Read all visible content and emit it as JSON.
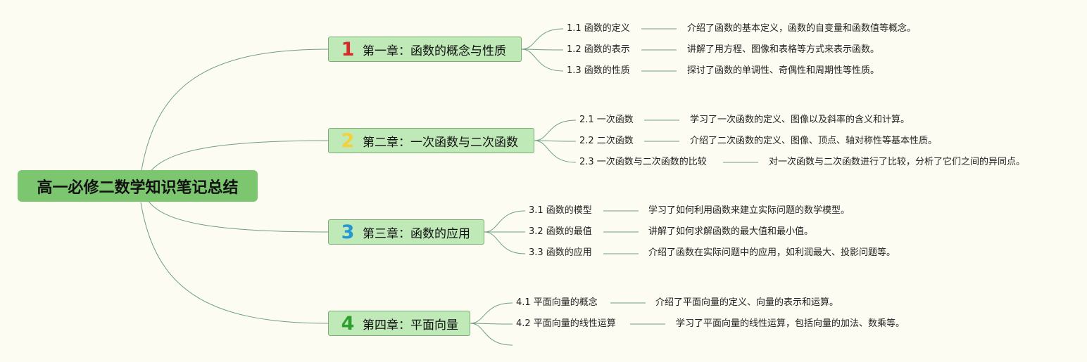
{
  "root": {
    "title": "高一必修二数学知识笔记总结"
  },
  "chapters": [
    {
      "num": "1",
      "num_color": "#d42a2a",
      "title": "第一章：函数的概念与性质",
      "sections": [
        {
          "label": "1.1 函数的定义",
          "desc": "介绍了函数的基本定义，函数的自变量和函数值等概念。"
        },
        {
          "label": "1.2 函数的表示",
          "desc": "讲解了用方程、图像和表格等方式来表示函数。"
        },
        {
          "label": "1.3 函数的性质",
          "desc": "探讨了函数的单调性、奇偶性和周期性等性质。"
        }
      ]
    },
    {
      "num": "2",
      "num_color": "#f4d03a",
      "title": "第二章：一次函数与二次函数",
      "sections": [
        {
          "label": "2.1 一次函数",
          "desc": "学习了一次函数的定义、图像以及斜率的含义和计算。"
        },
        {
          "label": "2.2 二次函数",
          "desc": "介绍了二次函数的定义、图像、顶点、轴对称性等基本性质。"
        },
        {
          "label": "2.3 一次函数与二次函数的比较",
          "desc": "对一次函数与二次函数进行了比较，分析了它们之间的异同点。"
        }
      ]
    },
    {
      "num": "3",
      "num_color": "#2596d6",
      "title": "第三章：函数的应用",
      "sections": [
        {
          "label": "3.1 函数的模型",
          "desc": "学习了如何利用函数来建立实际问题的数学模型。"
        },
        {
          "label": "3.2 函数的最值",
          "desc": "讲解了如何求解函数的最大值和最小值。"
        },
        {
          "label": "3.3 函数的应用",
          "desc": "介绍了函数在实际问题中的应用，如利润最大、投影问题等。"
        }
      ]
    },
    {
      "num": "4",
      "num_color": "#2e9e2e",
      "title": "第四章：平面向量",
      "sections": [
        {
          "label": "4.1 平面向量的概念",
          "desc": "介绍了平面向量的定义、向量的表示和运算。"
        },
        {
          "label": "4.2 平面向量的线性运算",
          "desc": "学习了平面向量的线性运算，包括向量的加法、数乘等。"
        },
        {
          "label": "",
          "desc": ""
        }
      ]
    }
  ],
  "colors": {
    "line": "#6f9f80",
    "root_fill": "#7bc66f",
    "chapter_fill": "#bfe9b7",
    "chapter_border": "#79ae79"
  }
}
